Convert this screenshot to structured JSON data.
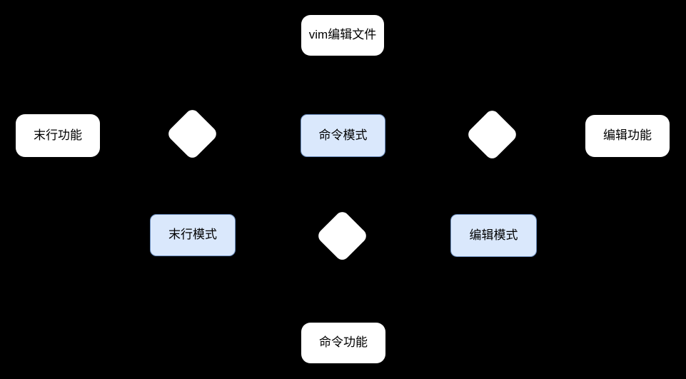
{
  "diagram": {
    "background_color": "#000000",
    "colors": {
      "plain_node_fill": "#ffffff",
      "highlight_node_fill": "#dae8fc",
      "highlight_node_border": "#6c8ebf",
      "diamond_fill": "#ffffff",
      "text_color": "#000000"
    },
    "nodes": {
      "vim_edit_file": {
        "label": "vim编辑文件",
        "variant": "plain"
      },
      "last_line_function": {
        "label": "末行功能",
        "variant": "plain"
      },
      "command_mode": {
        "label": "命令模式",
        "variant": "highlight"
      },
      "edit_function": {
        "label": "编辑功能",
        "variant": "plain"
      },
      "last_line_mode": {
        "label": "末行模式",
        "variant": "highlight"
      },
      "edit_mode": {
        "label": "编辑模式",
        "variant": "highlight"
      },
      "command_function": {
        "label": "命令功能",
        "variant": "plain"
      }
    },
    "decisions": {
      "left": {
        "shape": "diamond"
      },
      "center": {
        "shape": "diamond"
      },
      "right": {
        "shape": "diamond"
      }
    }
  }
}
